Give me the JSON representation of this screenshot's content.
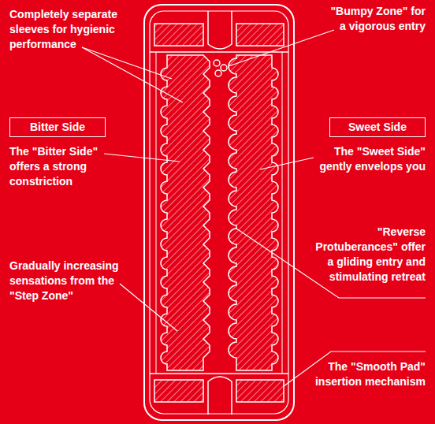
{
  "diagram": {
    "nodes": [
      {
        "text": [
          "Bitter Side"
        ]
      },
      {
        "text": [
          "Sweet Side"
        ]
      }
    ],
    "labels": [
      "Completely separate sleeves for hygienic performance",
      "\"Bumpy Zone\" for a vigorous entry",
      "The \"Bitter Side\" offers a strong constriction",
      "The \"Sweet Side\" gently envelops you",
      "\"Reverse Protuberances\" offer a gliding entry and stimulating retreat",
      "Gradually increasing sensations from the \"Step Zone\"",
      "The \"Smooth Pad\" insertion mechanism"
    ]
  }
}
